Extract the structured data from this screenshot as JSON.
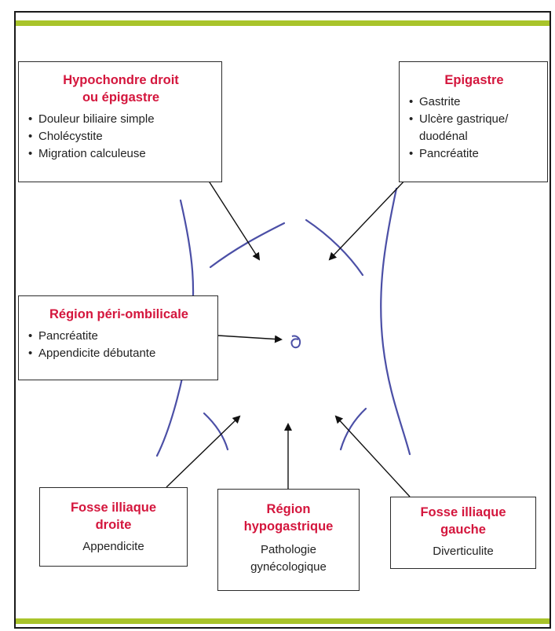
{
  "regions": {
    "right_hypochondrium": {
      "title": [
        "Hypochondre droit",
        "ou épigastre"
      ],
      "items": [
        "Douleur biliaire simple",
        "Cholécystite",
        "Migration calculeuse"
      ]
    },
    "epigastrium": {
      "title": [
        "Epigastre"
      ],
      "items": [
        "Gastrite",
        "Ulcère gastrique/",
        "duodénal",
        "Pancréatite"
      ]
    },
    "periumbilical": {
      "title": [
        "Région péri-ombilicale"
      ],
      "items": [
        "Pancréatite",
        "Appendicite débutante"
      ]
    },
    "right_iliac_fossa": {
      "title": [
        "Fosse illiaque",
        "droite"
      ],
      "text": [
        "Appendicite"
      ]
    },
    "hypogastric": {
      "title": [
        "Région",
        "hypogastrique"
      ],
      "text": [
        "Pathologie",
        "gynécologique"
      ]
    },
    "left_iliac_fossa": {
      "title": [
        "Fosse illiaque",
        "gauche"
      ],
      "text": [
        "Diverticulite"
      ]
    }
  },
  "colors": {
    "title": "#d4163d",
    "accent_bar": "#a9c42a",
    "body_line": "#4b4fa6",
    "text": "#222222"
  },
  "icons": {
    "navel": "navel-glyph"
  }
}
